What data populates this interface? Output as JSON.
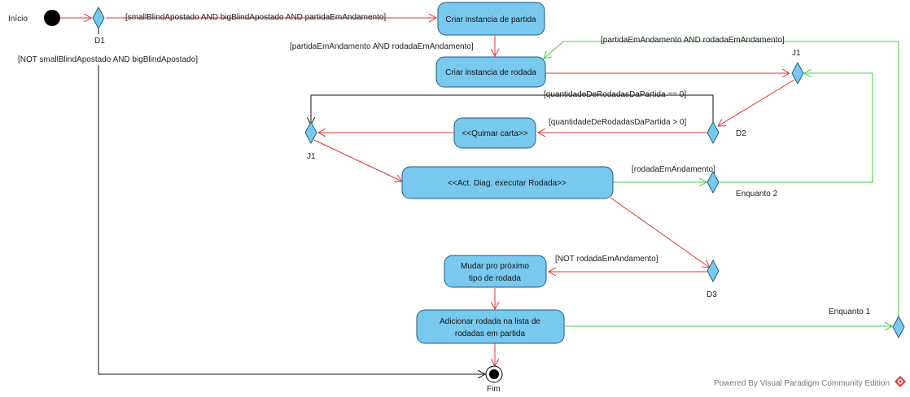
{
  "colors": {
    "action_fill": "#79C9EF",
    "action_stroke": "#1E5C7E",
    "decision_fill": "#79C9EF",
    "flow_red": "#E03535",
    "flow_green": "#3FD13F",
    "flow_black": "#111111"
  },
  "nodes": {
    "start_label": "Início",
    "d1_label": "D1",
    "criar_partida": "Criar instancia de partida",
    "criar_rodada": "Criar instancia de rodada",
    "j1_top_label": "J1",
    "j1_left_label": "J1",
    "quimar_carta": "<<Quimar carta>>",
    "d2_label": "D2",
    "executar_rodada": "<<Act. Diag. executar Rodada>>",
    "enquanto2_label": "Enquanto 2",
    "mudar_tipo_line1": "Mudar pro próximo",
    "mudar_tipo_line2": "tipo de rodada",
    "d3_label": "D3",
    "adicionar_line1": "Adicionar rodada na lista de",
    "adicionar_line2": "rodadas em partida",
    "enquanto1_label": "Enquanto 1",
    "end_label": "Fim"
  },
  "guards": {
    "g_start_partida": "[smallBlindApostado AND bigBlindApostado AND partidaEmAndamento]",
    "g_partida_rodada": "[partidaEmAndamento AND rodadaEmAndamento]",
    "g_enq1_rodada": "[partidaEmAndamento AND rodadaEmAndamento]",
    "g_d1_fim": "[NOT smallBlindApostado AND bigBlindApostado]",
    "g_d2_zero": "[quantidadeDeRodadasDaPartida == 0]",
    "g_d2_pos": "[quantidadeDeRodadasDaPartida > 0]",
    "g_enq2": "[rodadaEmAndamento]",
    "g_d3_not": "[NOT rodadaEmAndamento]"
  },
  "footer": {
    "watermark": "Powered By  Visual Paradigm Community Edition"
  },
  "icons": {
    "vp_logo": "visual-paradigm-logo-icon"
  }
}
